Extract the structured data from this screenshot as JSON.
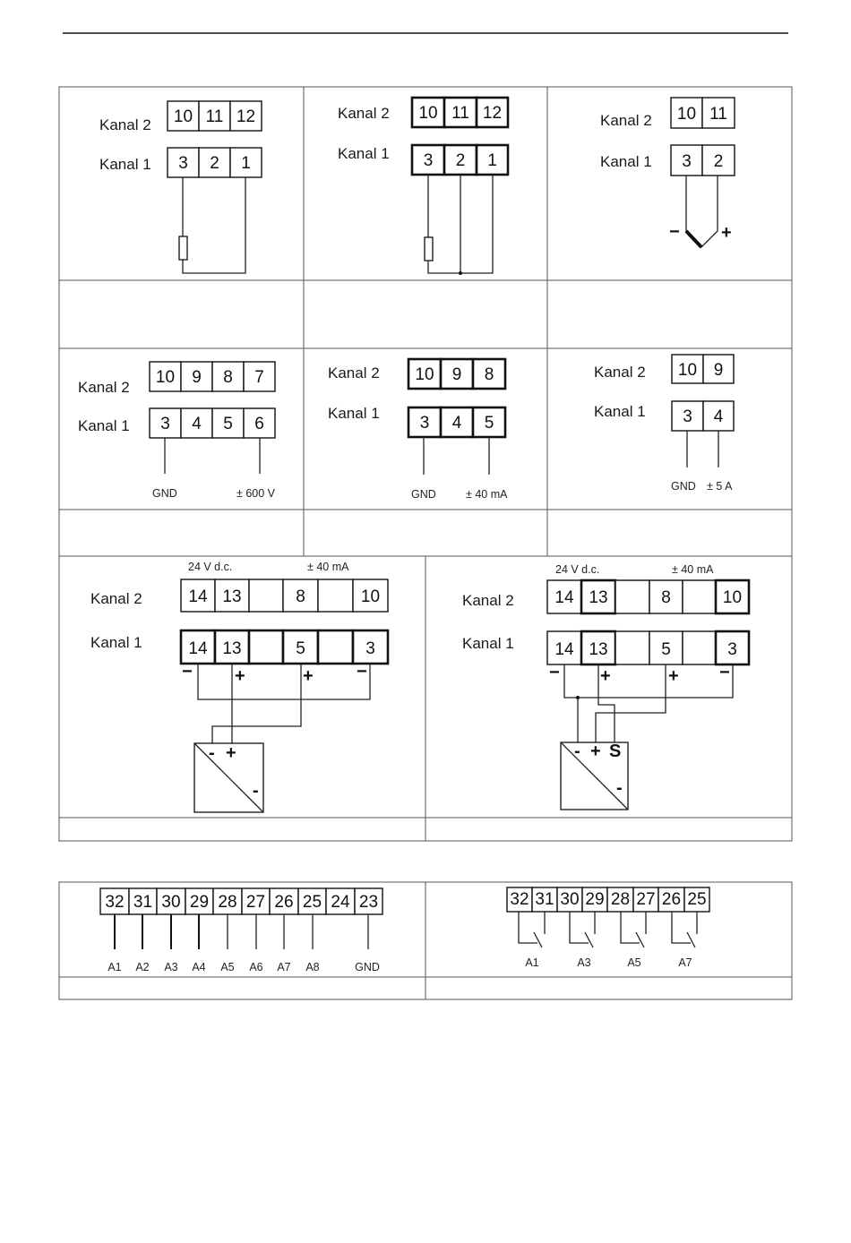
{
  "labels": {
    "kanal2": "Kanal 2",
    "kanal1": "Kanal 1"
  },
  "rtd": {
    "three_wire": {
      "k2": [
        "10",
        "11",
        "12"
      ],
      "k1": [
        "3",
        "2",
        "1"
      ]
    },
    "four_wire": {
      "k2": [
        "10",
        "11",
        "12"
      ],
      "k1": [
        "3",
        "2",
        "1"
      ]
    },
    "thermocouple": {
      "k2": [
        "10",
        "11"
      ],
      "k1": [
        "3",
        "2"
      ],
      "minus": "−",
      "plus": "+"
    }
  },
  "inputs": {
    "voltage": {
      "k2": [
        "10",
        "9",
        "8",
        "7"
      ],
      "k1": [
        "3",
        "4",
        "5",
        "6"
      ],
      "gnd": "GND",
      "range": "± 600 V"
    },
    "current": {
      "k2": [
        "10",
        "9",
        "8"
      ],
      "k1": [
        "3",
        "4",
        "5"
      ],
      "gnd": "GND",
      "range": "± 40 mA"
    },
    "shunt": {
      "k2": [
        "10",
        "9"
      ],
      "k1": [
        "3",
        "4"
      ],
      "gnd": "GND",
      "range": "± 5 A"
    }
  },
  "transmitter": {
    "supply": "24 V d.c.",
    "range": "± 40 mA",
    "two_wire": {
      "k2": [
        "14",
        "13",
        "",
        "8",
        "",
        "10"
      ],
      "k1": [
        "14",
        "13",
        "",
        "5",
        "",
        "3"
      ],
      "signs": [
        "−",
        "+",
        "+",
        "−"
      ],
      "dev": [
        "-",
        "+",
        "-"
      ]
    },
    "three_wire": {
      "k2": [
        "14",
        "13",
        "",
        "8",
        "",
        "10"
      ],
      "k1": [
        "14",
        "13",
        "",
        "5",
        "",
        "3"
      ],
      "signs": [
        "−",
        "+",
        "+",
        "−"
      ],
      "dev": [
        "-",
        "+",
        "S",
        "-"
      ]
    }
  },
  "outputs": {
    "digital": {
      "terminals": [
        "32",
        "31",
        "30",
        "29",
        "28",
        "27",
        "26",
        "25",
        "24",
        "23"
      ],
      "names": [
        "A1",
        "A2",
        "A3",
        "A4",
        "A5",
        "A6",
        "A7",
        "A8",
        "GND"
      ]
    },
    "relay": {
      "terminals": [
        "32",
        "31",
        "30",
        "29",
        "28",
        "27",
        "26",
        "25"
      ],
      "names": [
        "A1",
        "A3",
        "A5",
        "A7"
      ]
    }
  }
}
